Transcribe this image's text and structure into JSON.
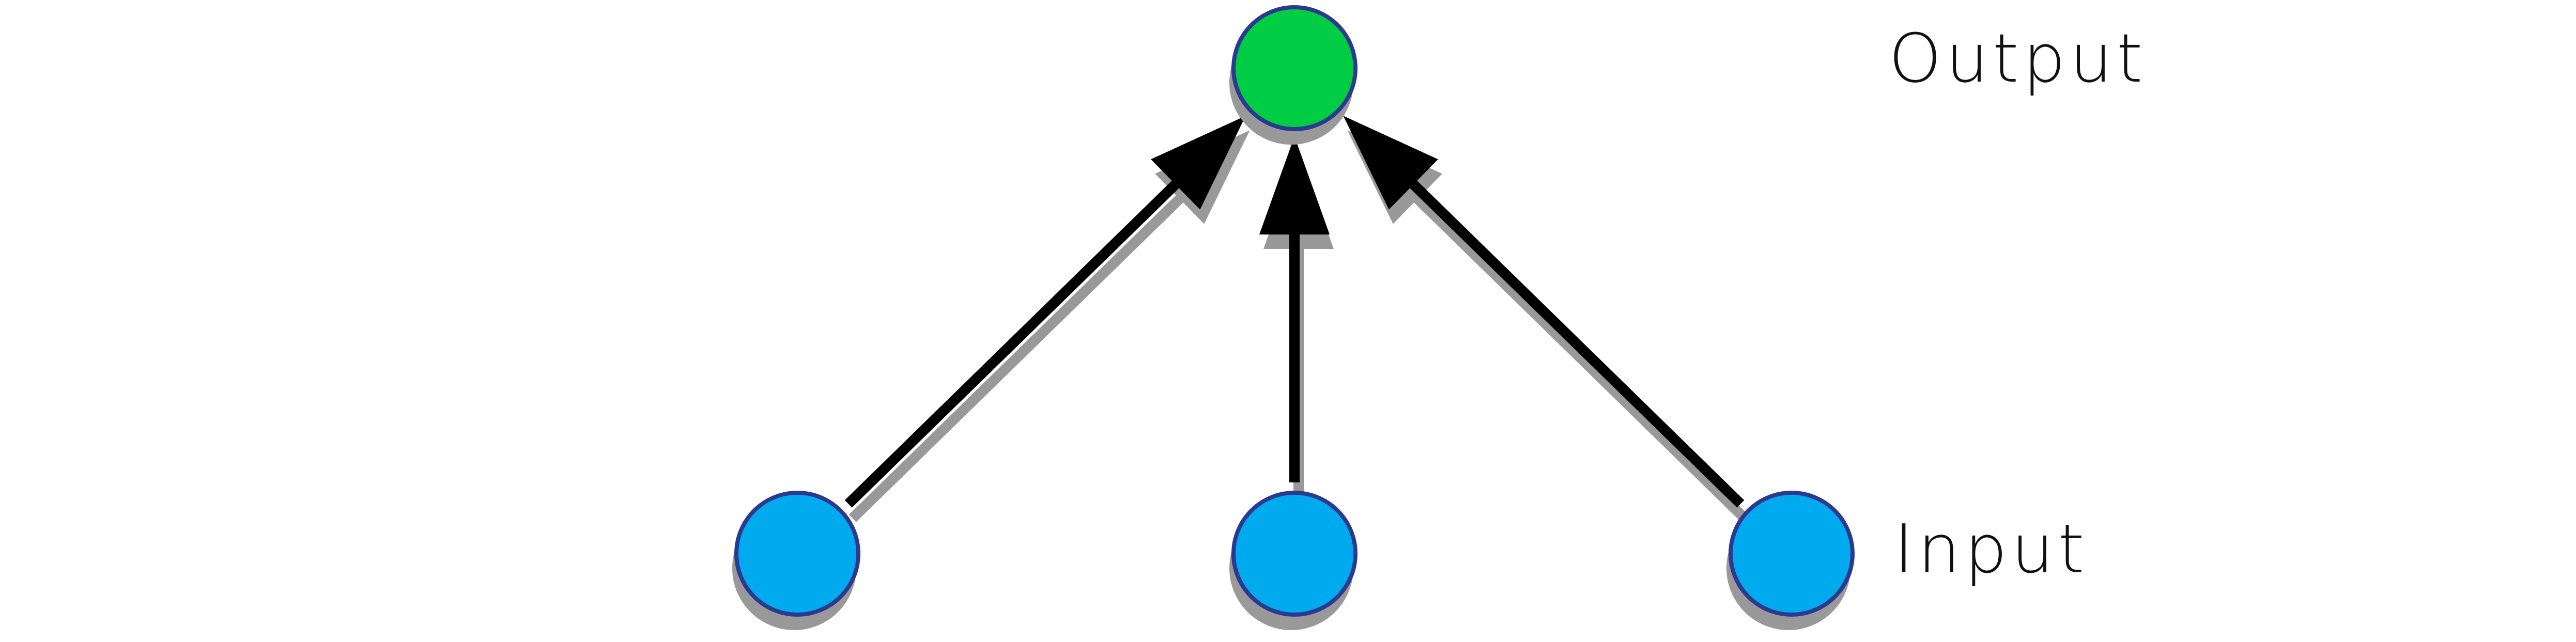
{
  "diagram": {
    "labels": {
      "output": "Output",
      "input": "Input"
    },
    "nodes": [
      {
        "id": "output-node",
        "role": "output",
        "color": "#00cc44"
      },
      {
        "id": "input-node-left",
        "role": "input",
        "color": "#00aaee"
      },
      {
        "id": "input-node-center",
        "role": "input",
        "color": "#00aaee"
      },
      {
        "id": "input-node-right",
        "role": "input",
        "color": "#00aaee"
      }
    ],
    "edges": [
      {
        "from": "input-node-left",
        "to": "output-node"
      },
      {
        "from": "input-node-center",
        "to": "output-node"
      },
      {
        "from": "input-node-right",
        "to": "output-node"
      }
    ],
    "colors": {
      "node_stroke": "#2b3a8f",
      "arrow": "#000000",
      "shadow": "#999999"
    }
  }
}
